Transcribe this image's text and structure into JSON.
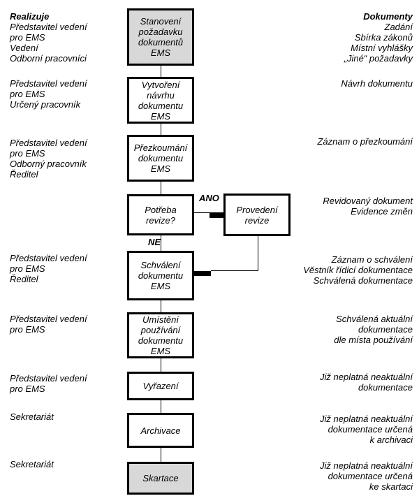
{
  "colors": {
    "box_fill_gray": "#d8d8d8",
    "box_border": "#000000",
    "background": "#ffffff",
    "text": "#000000"
  },
  "left_column": {
    "header": "Realizuje",
    "groups": [
      "Představitel vedení\npro EMS\nVedení\nOdborní pracovníci",
      "Představitel vedení\npro EMS\nUrčený pracovník",
      "Představitel vedení\npro EMS\nOdborný pracovník\nŘeditel",
      "Představitel vedení\npro EMS\nŘeditel",
      "Představitel vedení\npro EMS",
      "Představitel vedení\npro EMS",
      "Sekretariát",
      "Sekretariát"
    ]
  },
  "right_column": {
    "header": "Dokumenty",
    "groups": [
      "Zadání\nSbírka zákonů\nMístní vyhlášky\n„Jiné“ požadavky",
      "Návrh dokumentu",
      "Záznam o přezkoumání",
      "Revidovaný dokument\nEvidence změn",
      "Záznam o schválení\nVěstník řídicí dokumentace\nSchválená dokumentace",
      "Schválená aktuální\ndokumentace\ndle místa používání",
      "Již neplatná neaktuální\ndokumentace",
      "Již neplatná neaktuální\ndokumentace určená\nk archivaci",
      "Již neplatná neaktuální\ndokumentace určená\nke skartaci"
    ]
  },
  "flow": {
    "boxes": [
      "Stanovení\npožadavku\ndokumentů\nEMS",
      "Vytvoření\nnávrhu\ndokumentu\nEMS",
      "Přezkoumání\ndokumentu\nEMS",
      "Potřeba\nrevize?",
      "Schválení\ndokumentu\nEMS",
      "Umístění\npoužívání\ndokumentu\nEMS",
      "Vyřazení",
      "Archivace",
      "Skartace"
    ],
    "revision_box": "Provedení\nrevize",
    "yes_label": "ANO",
    "no_label": "NE"
  }
}
